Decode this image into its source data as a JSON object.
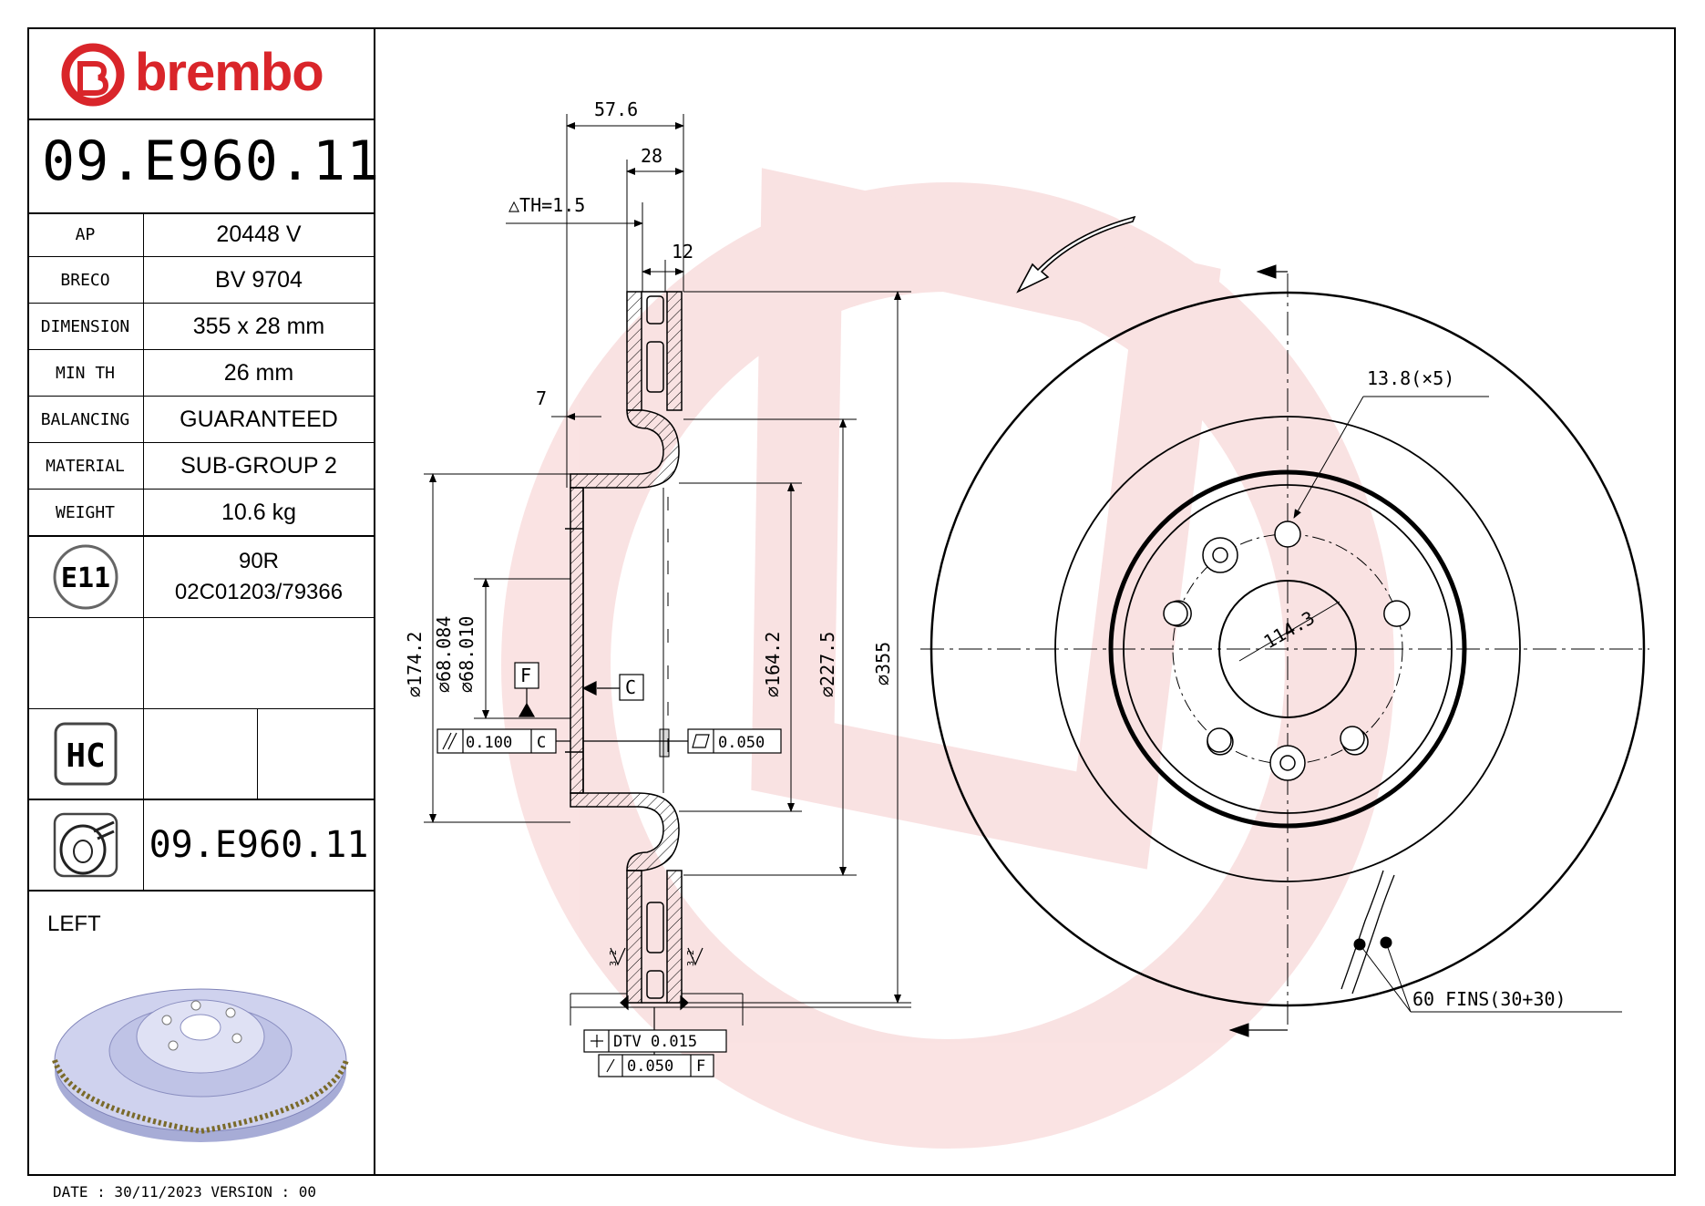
{
  "brand": {
    "name": "brembo",
    "color": "#d9252a"
  },
  "part_number": "09.E960.11",
  "specs": [
    {
      "key": "AP",
      "value": "20448 V"
    },
    {
      "key": "BRECO",
      "value": "BV 9704"
    },
    {
      "key": "DIMENSION",
      "value": "355 x 28 mm"
    },
    {
      "key": "MIN TH",
      "value": "26 mm"
    },
    {
      "key": "BALANCING",
      "value": "GUARANTEED"
    },
    {
      "key": "MATERIAL",
      "value": "SUB-GROUP 2"
    },
    {
      "key": "WEIGHT",
      "value": "10.6 kg"
    }
  ],
  "homologation": {
    "mark": "E11",
    "line1": "90R",
    "line2": "02C01203/79366"
  },
  "hc_badge": "HC",
  "footer_part_number": "09.E960.11",
  "side": "LEFT",
  "date_line": "DATE : 30/11/2023 VERSION : 00",
  "dimensions": {
    "overall_width": "57.6",
    "thickness": "28",
    "th_tolerance": "△TH=1.5",
    "fin_offset": "12",
    "hat_offset": "7",
    "dia_174": "⌀174.2",
    "dia_68a": "⌀68.084",
    "dia_68b": "⌀68.010",
    "dia_164": "⌀164.2",
    "dia_227": "⌀227.5",
    "dia_355": "⌀355",
    "hole_dia": "13.8(×5)",
    "pcd": "114.3",
    "fins": "60 FINS(30+30)",
    "datum_f": "F",
    "datum_c": "C",
    "runout_value": "0.100",
    "runout_ref": "C",
    "flatness_value": "0.050",
    "dtv": "DTV 0.015",
    "lateral_runout": "0.050",
    "lateral_ref": "F",
    "roughness": "3.2"
  }
}
